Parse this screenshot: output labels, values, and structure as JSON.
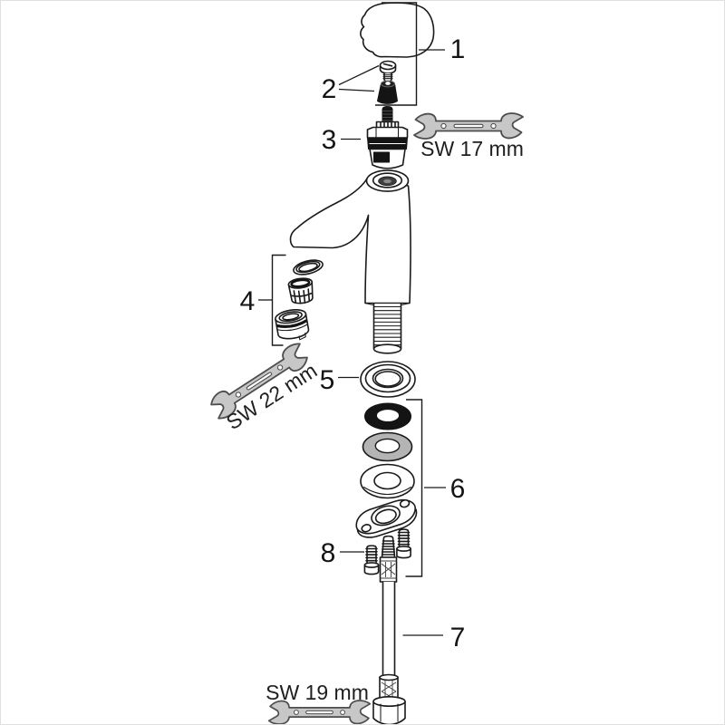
{
  "parts": [
    {
      "num": "1",
      "icon": "handle-knob"
    },
    {
      "num": "2",
      "icon": "grub-screw-and-adapter"
    },
    {
      "num": "3",
      "icon": "valve-cartridge"
    },
    {
      "num": "4",
      "icon": "aerator-set"
    },
    {
      "num": "5",
      "icon": "base-ring"
    },
    {
      "num": "6",
      "icon": "fixation-set"
    },
    {
      "num": "7",
      "icon": "connection-hose"
    },
    {
      "num": "8",
      "icon": "fixing-screws"
    }
  ],
  "wrenches": [
    {
      "label": "SW 17 mm",
      "icon": "open-end-wrench"
    },
    {
      "label": "SW 22 mm",
      "icon": "open-end-wrench"
    },
    {
      "label": "SW 19 mm",
      "icon": "open-end-wrench"
    }
  ],
  "colors": {
    "line": "#1a1a1a",
    "black_part": "#141414",
    "wrench_fill": "#c7c7c7",
    "wrench_stroke": "#4d4d4d",
    "washer_gray": "#b4b4b4",
    "background": "#ffffff"
  }
}
